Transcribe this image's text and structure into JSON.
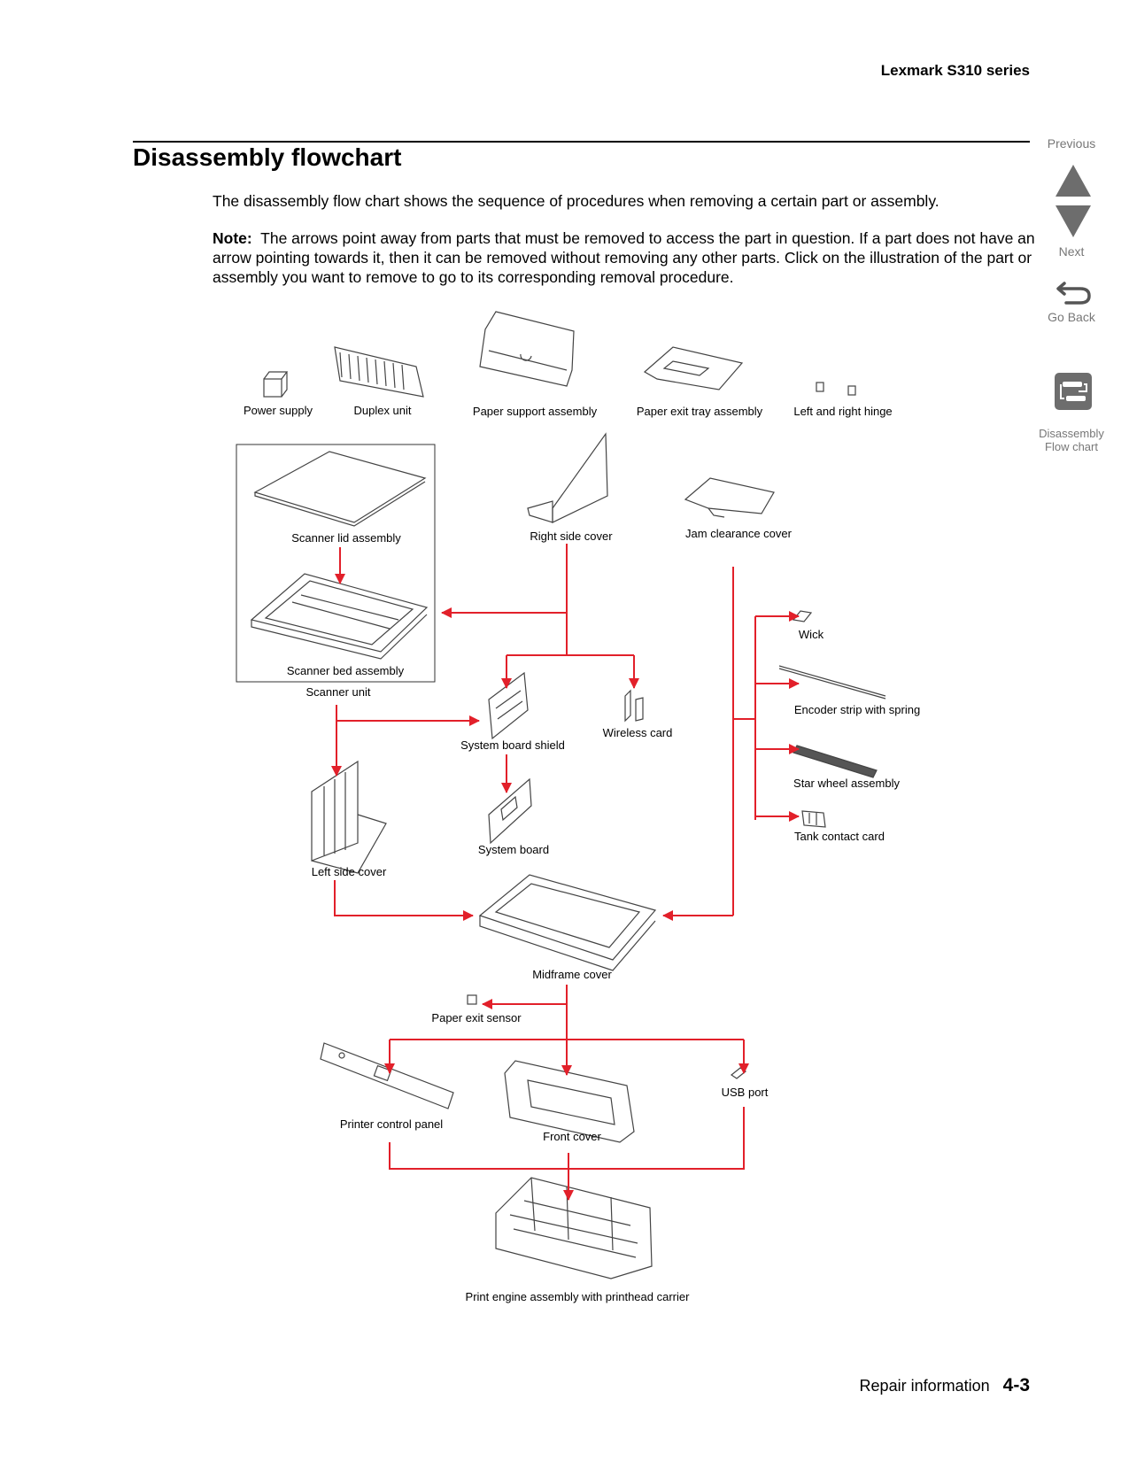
{
  "header": {
    "series": "Lexmark S310 series"
  },
  "page_title": "Disassembly flowchart",
  "intro": "The disassembly flow chart shows the sequence of procedures when removing a certain part or assembly.",
  "note": {
    "label": "Note:",
    "text": "The arrows point away from parts that must be removed to access the part in question. If a part does not have an arrow pointing towards it, then it can be removed without removing any other parts. Click on the illustration of the part or assembly you want to remove to go to its corresponding removal procedure."
  },
  "nav": {
    "previous": "Previous",
    "next": "Next",
    "go_back": "Go Back",
    "flowchart": [
      "Disassembly",
      "Flow chart"
    ]
  },
  "parts": {
    "power_supply": "Power supply",
    "duplex_unit": "Duplex unit",
    "paper_support": "Paper support assembly",
    "paper_exit_tray": "Paper exit tray assembly",
    "hinge": "Left and right hinge",
    "scanner_lid": "Scanner lid assembly",
    "right_side_cover": "Right side cover",
    "jam_clearance": "Jam clearance cover",
    "scanner_bed": "Scanner bed assembly",
    "scanner_unit": "Scanner unit",
    "wick": "Wick",
    "encoder_strip": "Encoder strip with spring",
    "system_board_shield": "System board shield",
    "wireless_card": "Wireless card",
    "star_wheel": "Star wheel assembly",
    "tank_contact": "Tank contact card",
    "system_board": "System board",
    "left_side_cover": "Left side cover",
    "midframe_cover": "Midframe cover",
    "paper_exit_sensor": "Paper exit sensor",
    "usb_port": "USB port",
    "printer_control_panel": "Printer control panel",
    "front_cover": "Front cover",
    "print_engine": "Print engine assembly with printhead carrier"
  },
  "footer": {
    "section": "Repair information",
    "page": "4-3"
  },
  "colors": {
    "arrow": "#e2202a",
    "nav_icon": "#6d6d6d",
    "line": "#555555"
  }
}
